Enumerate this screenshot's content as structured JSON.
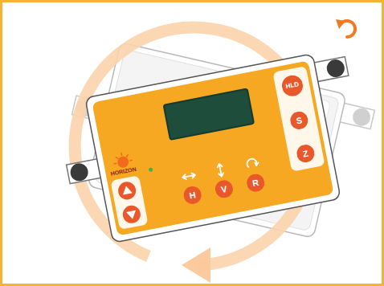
{
  "diagram": {
    "nodes": [
      {
        "text": [
          "HORIZON"
        ]
      },
      {
        "text": [
          "HLD"
        ],
        "in": 0
      },
      {
        "text": [
          "S"
        ],
        "in": 0
      },
      {
        "text": [
          "Z"
        ],
        "in": 0
      },
      {
        "text": [
          "H"
        ],
        "in": 0
      },
      {
        "text": [
          "V"
        ],
        "in": 0
      },
      {
        "text": [
          "R"
        ],
        "in": 0
      }
    ],
    "labels": [
      "Z"
    ]
  }
}
